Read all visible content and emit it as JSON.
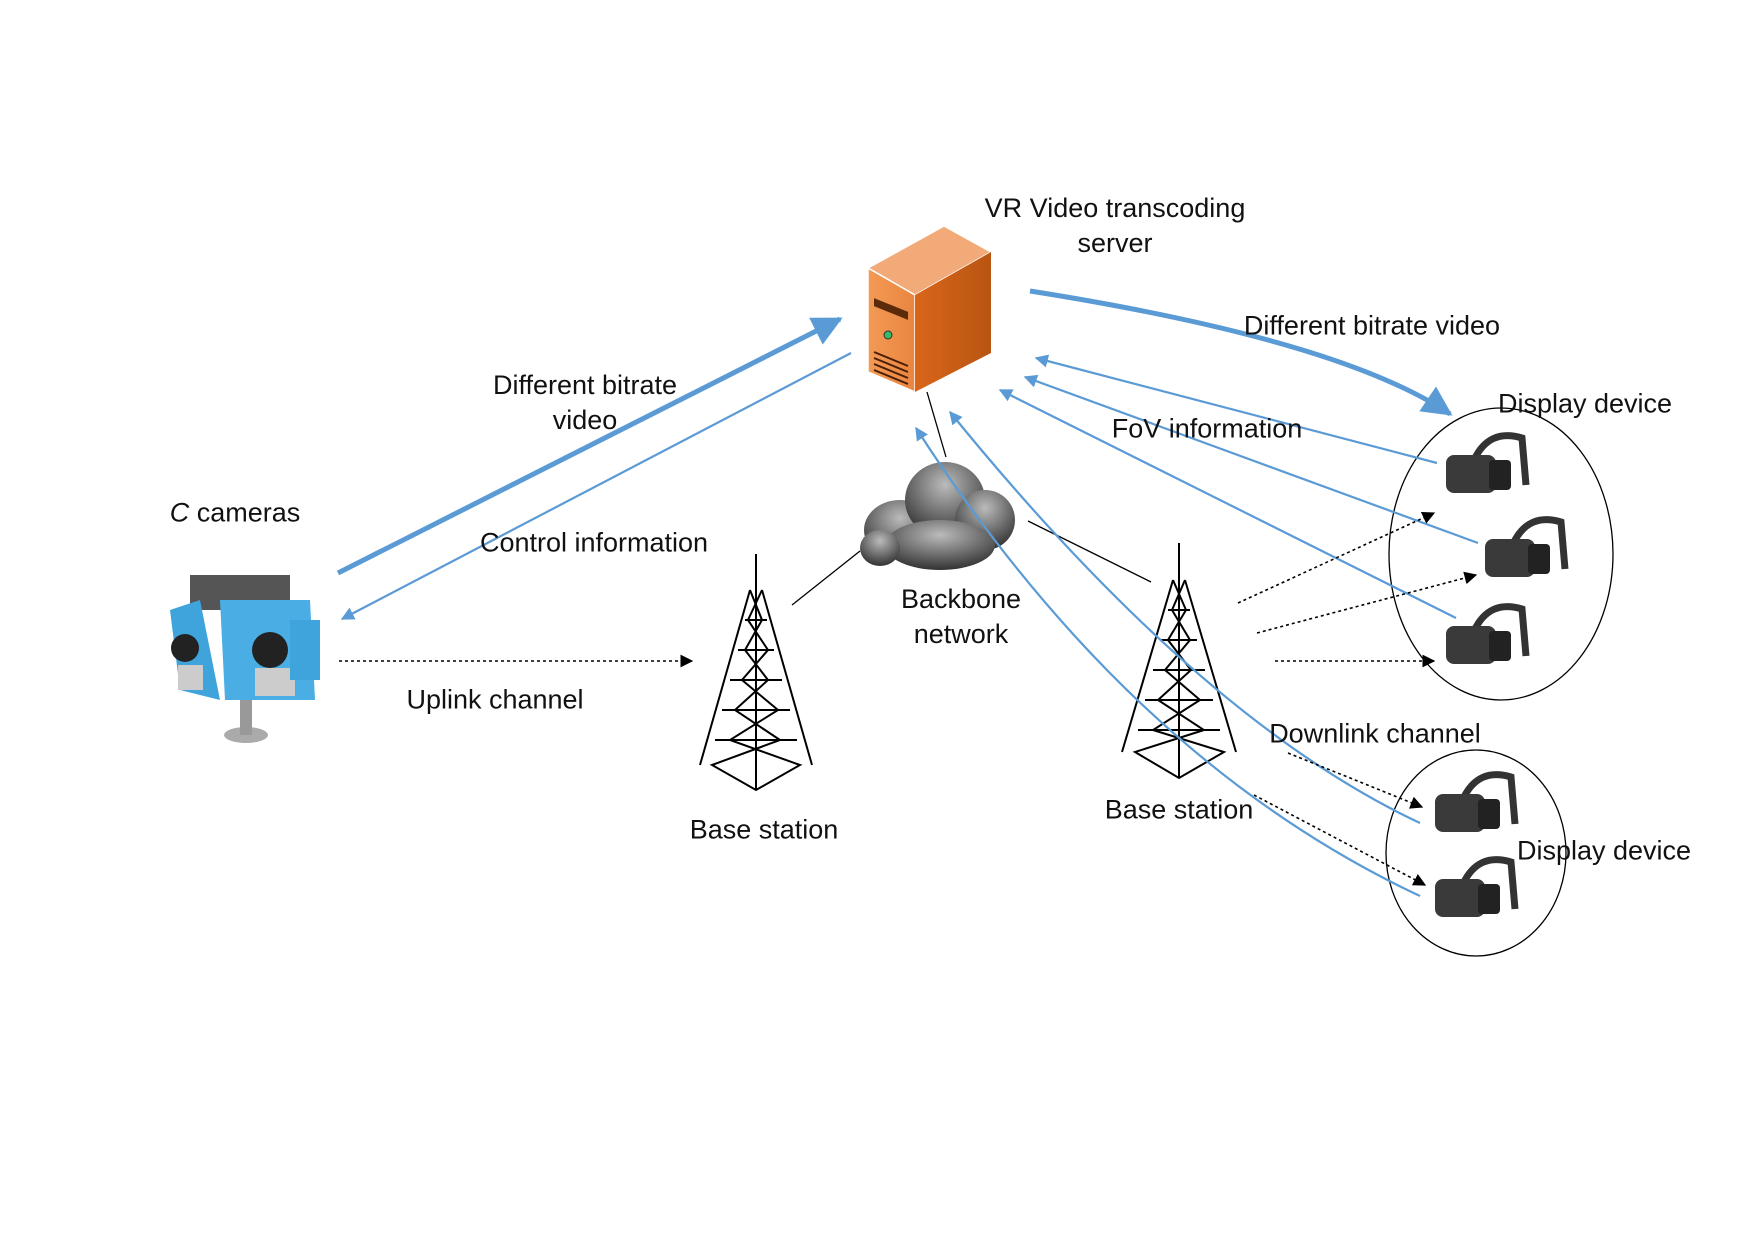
{
  "labels": {
    "server": "VR Video transcoding",
    "server_line2": "server",
    "cameras_italic": "C",
    "cameras": " cameras",
    "uplink_video": "Different bitrate",
    "uplink_video_line2": "video",
    "control": "Control information",
    "uplink_channel": "Uplink channel",
    "base_station_left": "Base station",
    "backbone": "Backbone",
    "backbone_line2": "network",
    "base_station_right": "Base station",
    "downlink_video": "Different bitrate video",
    "fov": "FoV information",
    "display_top": "Display device",
    "downlink_channel": "Downlink channel",
    "display_bottom": "Display device"
  },
  "colors": {
    "arrow_blue": "#5b9bd5",
    "server_orange": "#e07a2f",
    "camera_blue": "#3fa3dc"
  }
}
